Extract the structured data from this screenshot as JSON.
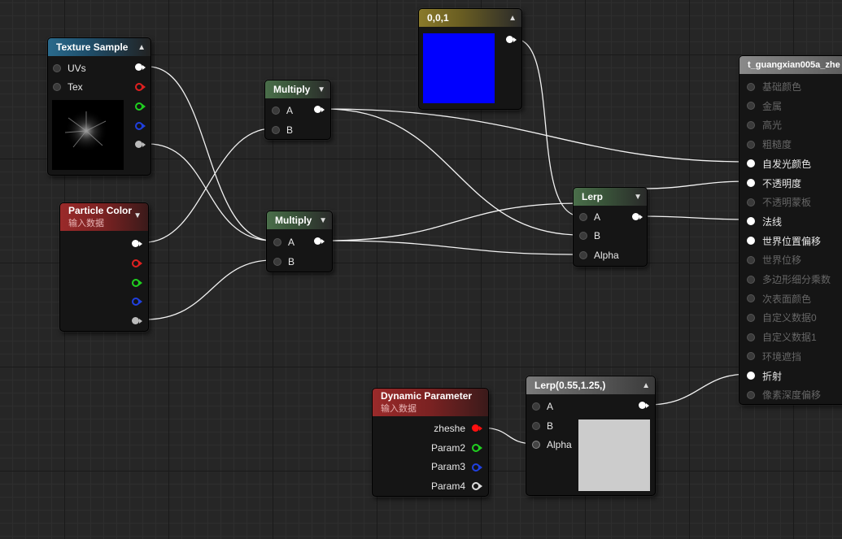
{
  "texture_sample": {
    "title": "Texture Sample",
    "pins_in": [
      "UVs",
      "Tex"
    ]
  },
  "particle_color": {
    "title": "Particle Color",
    "subtitle": "输入数据"
  },
  "multiply_top": {
    "title": "Multiply",
    "pins": [
      "A",
      "B"
    ]
  },
  "multiply_bottom": {
    "title": "Multiply",
    "pins": [
      "A",
      "B"
    ]
  },
  "constant_vector": {
    "title": "0,0,1",
    "swatch_color": "#0000ff"
  },
  "lerp_main": {
    "title": "Lerp",
    "pins": [
      "A",
      "B",
      "Alpha"
    ]
  },
  "dynamic_parameter": {
    "title": "Dynamic Parameter",
    "subtitle": "输入数据",
    "params": [
      "zheshe",
      "Param2",
      "Param3",
      "Param4"
    ]
  },
  "lerp_const": {
    "title": "Lerp(0.55,1.25,)",
    "pins": [
      "A",
      "B",
      "Alpha"
    ],
    "swatch_color": "#cccccc"
  },
  "material_output": {
    "title": "t_guangxian005a_zhe",
    "inputs": [
      {
        "label": "基础颜色",
        "active": false
      },
      {
        "label": "金属",
        "active": false
      },
      {
        "label": "高光",
        "active": false
      },
      {
        "label": "粗糙度",
        "active": false
      },
      {
        "label": "自发光颜色",
        "active": true
      },
      {
        "label": "不透明度",
        "active": true
      },
      {
        "label": "不透明蒙板",
        "active": false
      },
      {
        "label": "法线",
        "active": true
      },
      {
        "label": "世界位置偏移",
        "active": true
      },
      {
        "label": "世界位移",
        "active": false
      },
      {
        "label": "多边形细分乘数",
        "active": false
      },
      {
        "label": "次表面颜色",
        "active": false
      },
      {
        "label": "自定义数据0",
        "active": false
      },
      {
        "label": "自定义数据1",
        "active": false
      },
      {
        "label": "环境遮挡",
        "active": false
      },
      {
        "label": "折射",
        "active": true
      },
      {
        "label": "像素深度偏移",
        "active": false
      }
    ]
  },
  "icons": {
    "collapse": "collapse-triangle-icon",
    "pin": "pin-dot-icon"
  }
}
